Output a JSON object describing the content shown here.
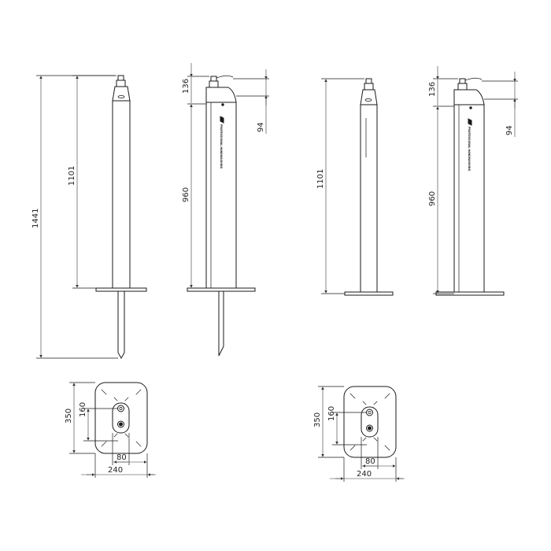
{
  "views": {
    "front_with_spike": {
      "dim_total": "1441",
      "dim_body": "1101"
    },
    "side_with_spike": {
      "dim_top": "136",
      "dim_pump": "94",
      "dim_body": "960",
      "logo_text": "PROFESSIONAL HANDWASHING"
    },
    "front_with_base": {
      "dim_body": "1101"
    },
    "side_with_base": {
      "dim_top": "136",
      "dim_pump": "94",
      "dim_body": "960",
      "logo_text": "PROFESSIONAL HANDWASHING"
    },
    "plate_left": {
      "dim_height": "350",
      "dim_inner": "160",
      "dim_offset": "80",
      "dim_width": "240"
    },
    "plate_right": {
      "dim_height": "350",
      "dim_inner": "160",
      "dim_offset": "80",
      "dim_width": "240"
    }
  },
  "colors": {
    "line": "#1a1a1a",
    "background": "#ffffff"
  }
}
